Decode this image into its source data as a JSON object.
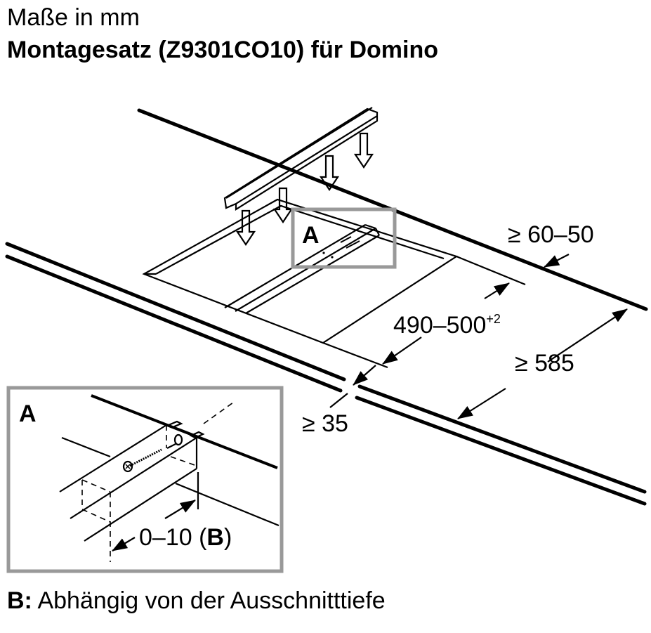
{
  "header": {
    "unit_note": "Maße in mm",
    "title": "Montagesatz (Z9301CO10) für Domino"
  },
  "diagram": {
    "detail_label": "A",
    "inset_label": "A",
    "dim_depth": "490–500",
    "dim_depth_tolerance": "+2",
    "dim_back": "≥ 60–50",
    "dim_worktop": "≥ 585",
    "dim_front": "≥ 35",
    "inset_dim": "0–10 (",
    "inset_dim_ref": "B",
    "inset_dim_close": ")",
    "frame_color": "#999999"
  },
  "footnote": {
    "key": "B:",
    "text": " Abhängig von der Ausschnitttiefe"
  }
}
